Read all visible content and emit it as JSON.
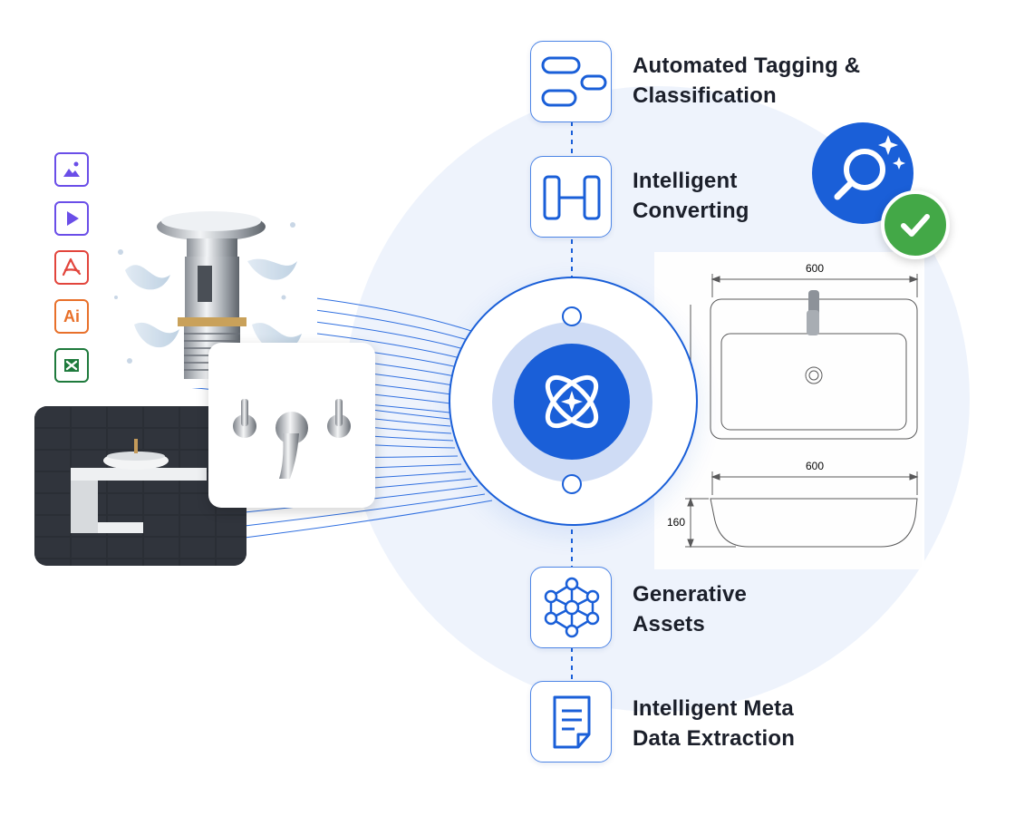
{
  "features": [
    {
      "label": "Automated Tagging &\nClassification",
      "icon": "tagging-icon"
    },
    {
      "label": "Intelligent\nConverting",
      "icon": "converting-icon"
    },
    {
      "label": "Generative\nAssets",
      "icon": "neural-network-icon"
    },
    {
      "label": "Intelligent Meta\nData Extraction",
      "icon": "document-icon"
    }
  ],
  "file_types": [
    {
      "name": "image",
      "color": "#6a4ee8",
      "icon": "image-file-icon"
    },
    {
      "name": "video",
      "color": "#6a4ee8",
      "icon": "video-file-icon"
    },
    {
      "name": "pdf",
      "color": "#e2453c",
      "icon": "pdf-file-icon"
    },
    {
      "name": "illustrator",
      "color": "#e8702a",
      "label": "Ai",
      "icon": "ai-file-icon"
    },
    {
      "name": "excel",
      "color": "#1e7a3c",
      "icon": "excel-file-icon"
    }
  ],
  "drawing": {
    "top_width": "600",
    "bottom_width": "600",
    "height": "160"
  },
  "colors": {
    "accent": "#1a5fd8",
    "accent_light": "#cfdcf5",
    "background_circle": "#eef3fc",
    "success": "#43a847"
  }
}
